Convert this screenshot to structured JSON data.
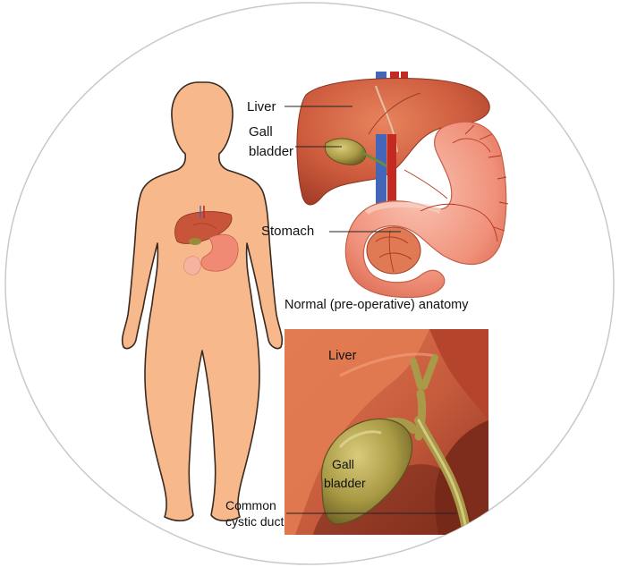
{
  "labels": {
    "liver_top": "Liver",
    "gallbladder_top": [
      "Gall",
      "bladder"
    ],
    "stomach": "Stomach",
    "caption": "Normal (pre-operative) anatomy",
    "liver_bottom": "Liver",
    "gallbladder_bottom": [
      "Gall",
      "bladder"
    ],
    "common_cystic_duct": [
      "Common",
      "cystic duct"
    ]
  },
  "colors": {
    "skin": "#f7b98c",
    "skin_outline": "#3a2a20",
    "liver": "#c8553a",
    "liver_light": "#e07a55",
    "liver_dark": "#9c3a26",
    "stomach": "#f08a74",
    "stomach_light": "#f6b3a0",
    "gallbladder": "#9a8b3a",
    "gallbladder_light": "#c6b86a",
    "vessel_blue": "#4466b8",
    "vessel_red": "#c42a22",
    "bottom_bg": "#b84a32",
    "circle_stroke": "#c9c9c9"
  }
}
